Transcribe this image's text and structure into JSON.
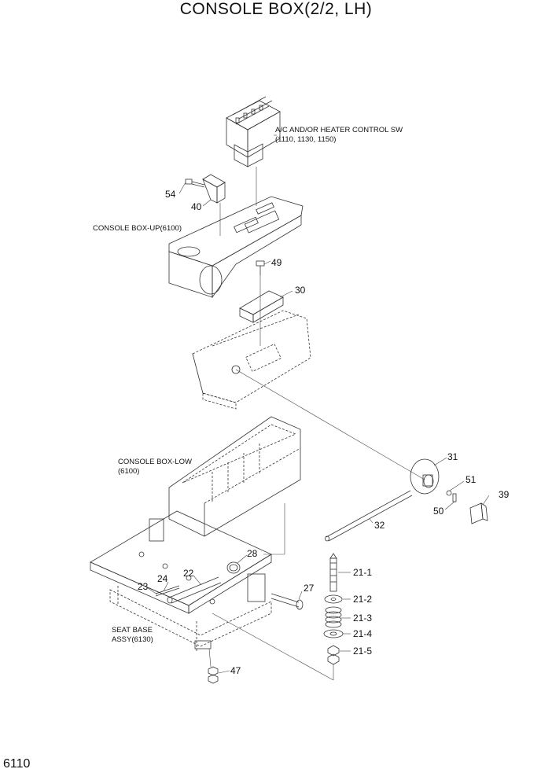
{
  "title": "CONSOLE BOX(2/2, LH)",
  "page_number": "6110",
  "assembly_labels": {
    "ac_heater_1": "A/C AND/OR HEATER CONTROL SW",
    "ac_heater_2": "(1110, 1130, 1150)",
    "console_up": "CONSOLE BOX-UP(6100)",
    "console_low_1": "CONSOLE BOX-LOW",
    "console_low_2": "(6100)",
    "seat_base_1": "SEAT BASE",
    "seat_base_2": "ASSY(6130)"
  },
  "parts": {
    "p54": "54",
    "p40": "40",
    "p49": "49",
    "p30": "30",
    "p31": "31",
    "p51": "51",
    "p39": "39",
    "p50": "50",
    "p32": "32",
    "p28": "28",
    "p22": "22",
    "p24": "24",
    "p23": "23",
    "p27": "27",
    "p21_1": "21-1",
    "p21_2": "21-2",
    "p21_3": "21-3",
    "p21_4": "21-4",
    "p21_5": "21-5",
    "p47": "47"
  }
}
